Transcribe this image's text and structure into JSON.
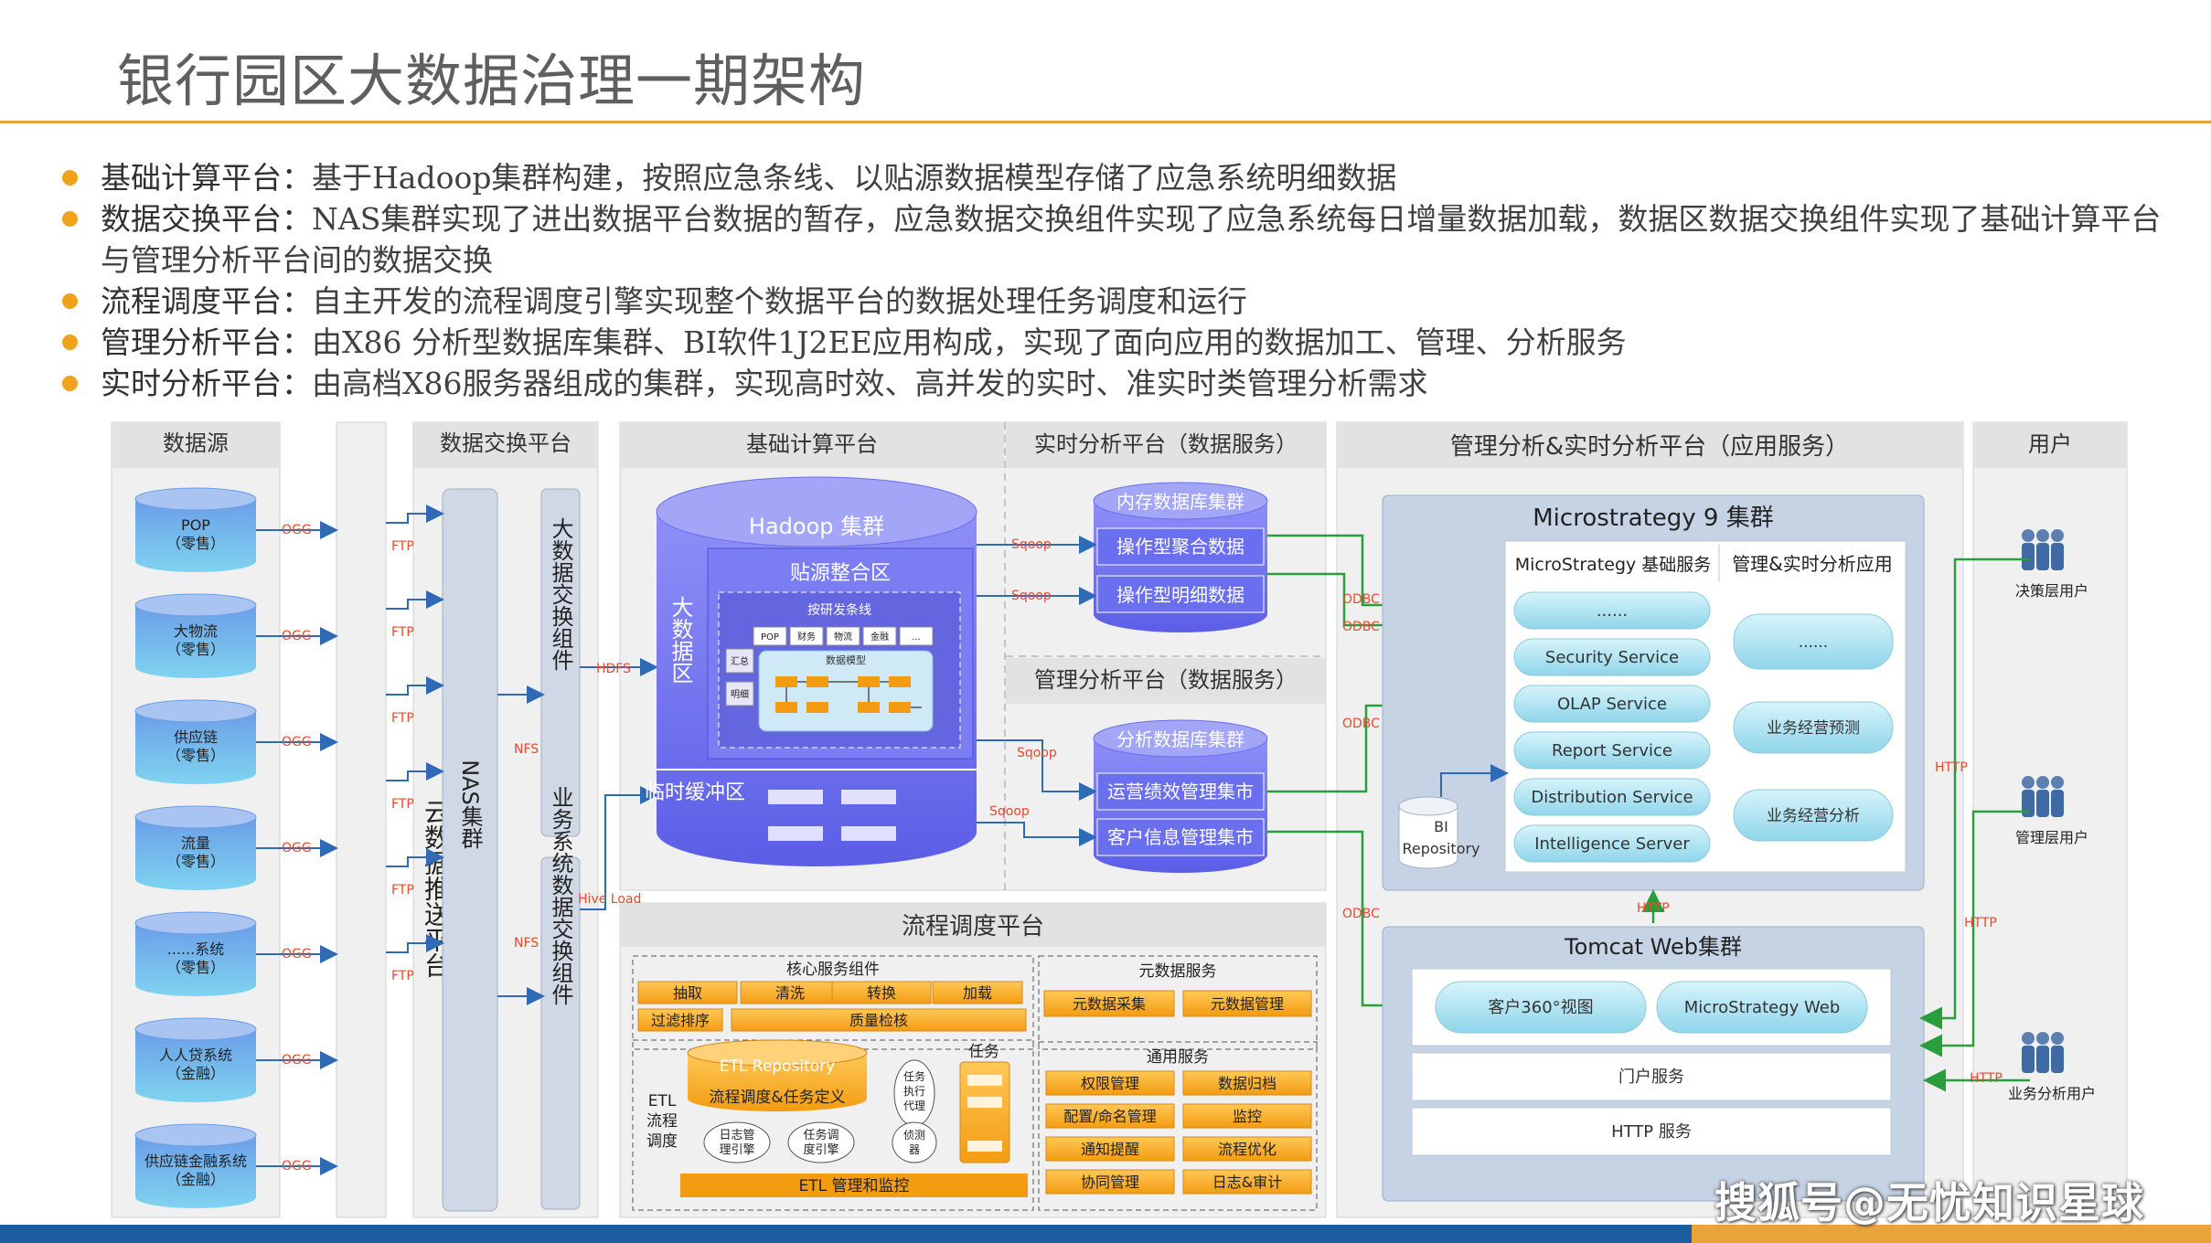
{
  "title": "银行园区大数据治理一期架构",
  "bullets": [
    {
      "term": "基础计算平台：",
      "text": "基于Hadoop集群构建，按照应急条线、以贴源数据模型存储了应急系统明细数据"
    },
    {
      "term": "数据交换平台：",
      "text": "NAS集群实现了进出数据平台数据的暂存，应急数据交换组件实现了应急系统每日增量数据加载，数据区数据交换组件实现了基础计算平台与管理分析平台间的数据交换"
    },
    {
      "term": "流程调度平台：",
      "text": "自主开发的流程调度引擎实现整个数据平台的数据处理任务调度和运行"
    },
    {
      "term": "管理分析平台：",
      "text": "由X86 分析型数据库集群、BI软件1J2EE应用构成，实现了面向应用的数据加工、管理、分析服务"
    },
    {
      "term": "实时分析平台：",
      "text": "由高档X86服务器组成的集群，实现高时效、高并发的实时、准实时类管理分析需求"
    }
  ],
  "diagram": {
    "headers": {
      "source": "数据源",
      "exchange": "数据交换平台",
      "compute": "基础计算平台",
      "realtime": "实时分析平台（数据服务）",
      "mgmt_data": "管理分析平台（数据服务）",
      "app": "管理分析&实时分析平台（应用服务）",
      "user": "用户",
      "scheduler": "流程调度平台"
    },
    "sources": [
      [
        "POP",
        "（零售）"
      ],
      [
        "大物流",
        "（零售）"
      ],
      [
        "供应链",
        "（零售）"
      ],
      [
        "流量",
        "（零售）"
      ],
      [
        "......系统",
        "（零售）"
      ],
      [
        "人人贷系统",
        "（金融）"
      ],
      [
        "供应链金融系统",
        "（金融）"
      ]
    ],
    "labels": {
      "ogg": "OGG",
      "ftp": "FTP",
      "nfs": "NFS",
      "hdfs": "HDFS",
      "hive_load": "Hive Load",
      "sqoop": "Sqoop",
      "odbc": "ODBC",
      "http": "HTTP"
    },
    "cloud_push": "云数据推送平台",
    "nas": "NAS集群",
    "big_exchange": "大数据交换组件",
    "biz_exchange": "业务系统数据交换组件",
    "hadoop": {
      "title": "Hadoop 集群",
      "bigdata_zone": "大数据区",
      "source_zone": "贴源整合区",
      "temp_zone": "临时缓冲区",
      "inner_title": "按研发条线",
      "chips": [
        "POP",
        "财务",
        "物流",
        "金融",
        "..."
      ],
      "side_chips": [
        "汇总",
        "明细"
      ],
      "model": "数据模型"
    },
    "realtime": {
      "cluster": "内存数据库集群",
      "items": [
        "操作型聚合数据",
        "操作型明细数据"
      ]
    },
    "mgmt": {
      "cluster": "分析数据库集群",
      "items": [
        "运营绩效管理集市",
        "客户信息管理集市"
      ]
    },
    "microstrategy": {
      "title": "Microstrategy 9 集群",
      "col1": "MicroStrategy 基础服务",
      "col2": "管理&实时分析应用",
      "services": [
        "......",
        "Security Service",
        "OLAP Service",
        "Report Service",
        "Distribution Service",
        "Intelligence Server"
      ],
      "apps": [
        "......",
        "业务经营预测",
        "业务经营分析"
      ],
      "bi_repo": [
        "BI",
        "Repository"
      ]
    },
    "tomcat": {
      "title": "Tomcat Web集群",
      "items": [
        "客户360°视图",
        "MicroStrategy Web"
      ],
      "portal": "门户服务",
      "http_service": "HTTP 服务"
    },
    "users": [
      "决策层用户",
      "管理层用户",
      "业务分析用户"
    ],
    "scheduler": {
      "core_title": "核心服务组件",
      "core_items": [
        "抽取",
        "清洗",
        "转换",
        "加载",
        "过滤排序",
        "质量检核"
      ],
      "meta_title": "元数据服务",
      "meta_items": [
        "元数据采集",
        "元数据管理"
      ],
      "etl_label": [
        "ETL",
        "流程",
        "调度"
      ],
      "etl_repo": "ETL Repository",
      "flow_def": "流程调度&任务定义",
      "log_mgr": [
        "日志管",
        "理引擎"
      ],
      "sched_engine": [
        "任务调",
        "度引擎"
      ],
      "exec_agent": [
        "任务",
        "执行",
        "代理"
      ],
      "detector": [
        "侦测",
        "器"
      ],
      "task": "任务",
      "etl_mgmt": "ETL 管理和监控",
      "common_title": "通用服务",
      "common_items": [
        "权限管理",
        "数据归档",
        "配置/命名管理",
        "监控",
        "通知提醒",
        "流程优化",
        "协同管理",
        "日志&审计"
      ]
    }
  },
  "watermark": "搜狐号@无忧知识星球",
  "colors": {
    "accent": "#f0a21c",
    "blue": "#1d5c9e",
    "violet": "#6a6ff0",
    "green": "#2a9d3c"
  }
}
